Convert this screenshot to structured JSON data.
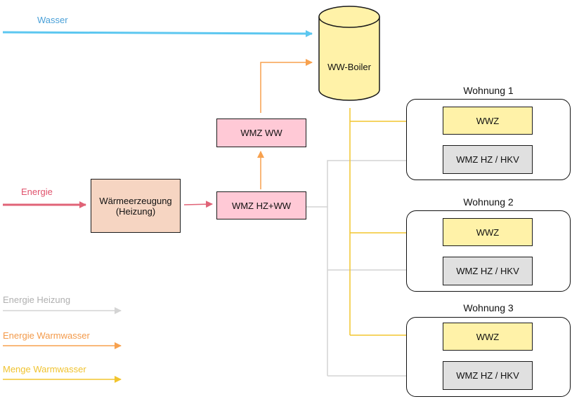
{
  "flows": {
    "wasser": {
      "label": "Wasser",
      "color": "#4aa0d8"
    },
    "energie": {
      "label": "Energie",
      "color": "#e0526c"
    }
  },
  "boiler": {
    "label": "WW-Boiler"
  },
  "heater": {
    "label_line1": "Wärmeerzeugung",
    "label_line2": "(Heizung)"
  },
  "meters": {
    "wmz_ww": "WMZ WW",
    "wmz_hz_ww": "WMZ HZ+WW"
  },
  "apartments": [
    {
      "title": "Wohnung 1",
      "wwz": "WWZ",
      "wmz": "WMZ HZ / HKV"
    },
    {
      "title": "Wohnung 2",
      "wwz": "WWZ",
      "wmz": "WMZ HZ / HKV"
    },
    {
      "title": "Wohnung 3",
      "wwz": "WWZ",
      "wmz": "WMZ HZ / HKV"
    }
  ],
  "legend": [
    {
      "label": "Energie Heizung",
      "color": "#b0b0b0"
    },
    {
      "label": "Energie Warmwasser",
      "color": "#f39a4a"
    },
    {
      "label": "Menge Warmwasser",
      "color": "#f0c330"
    }
  ],
  "colors": {
    "wasser": "#5cc7f0",
    "energie": "#e06377",
    "heizung": "#d4d4d4",
    "warmwasser_energie": "#f7a14e",
    "warmwasser_menge": "#f2c52e"
  }
}
